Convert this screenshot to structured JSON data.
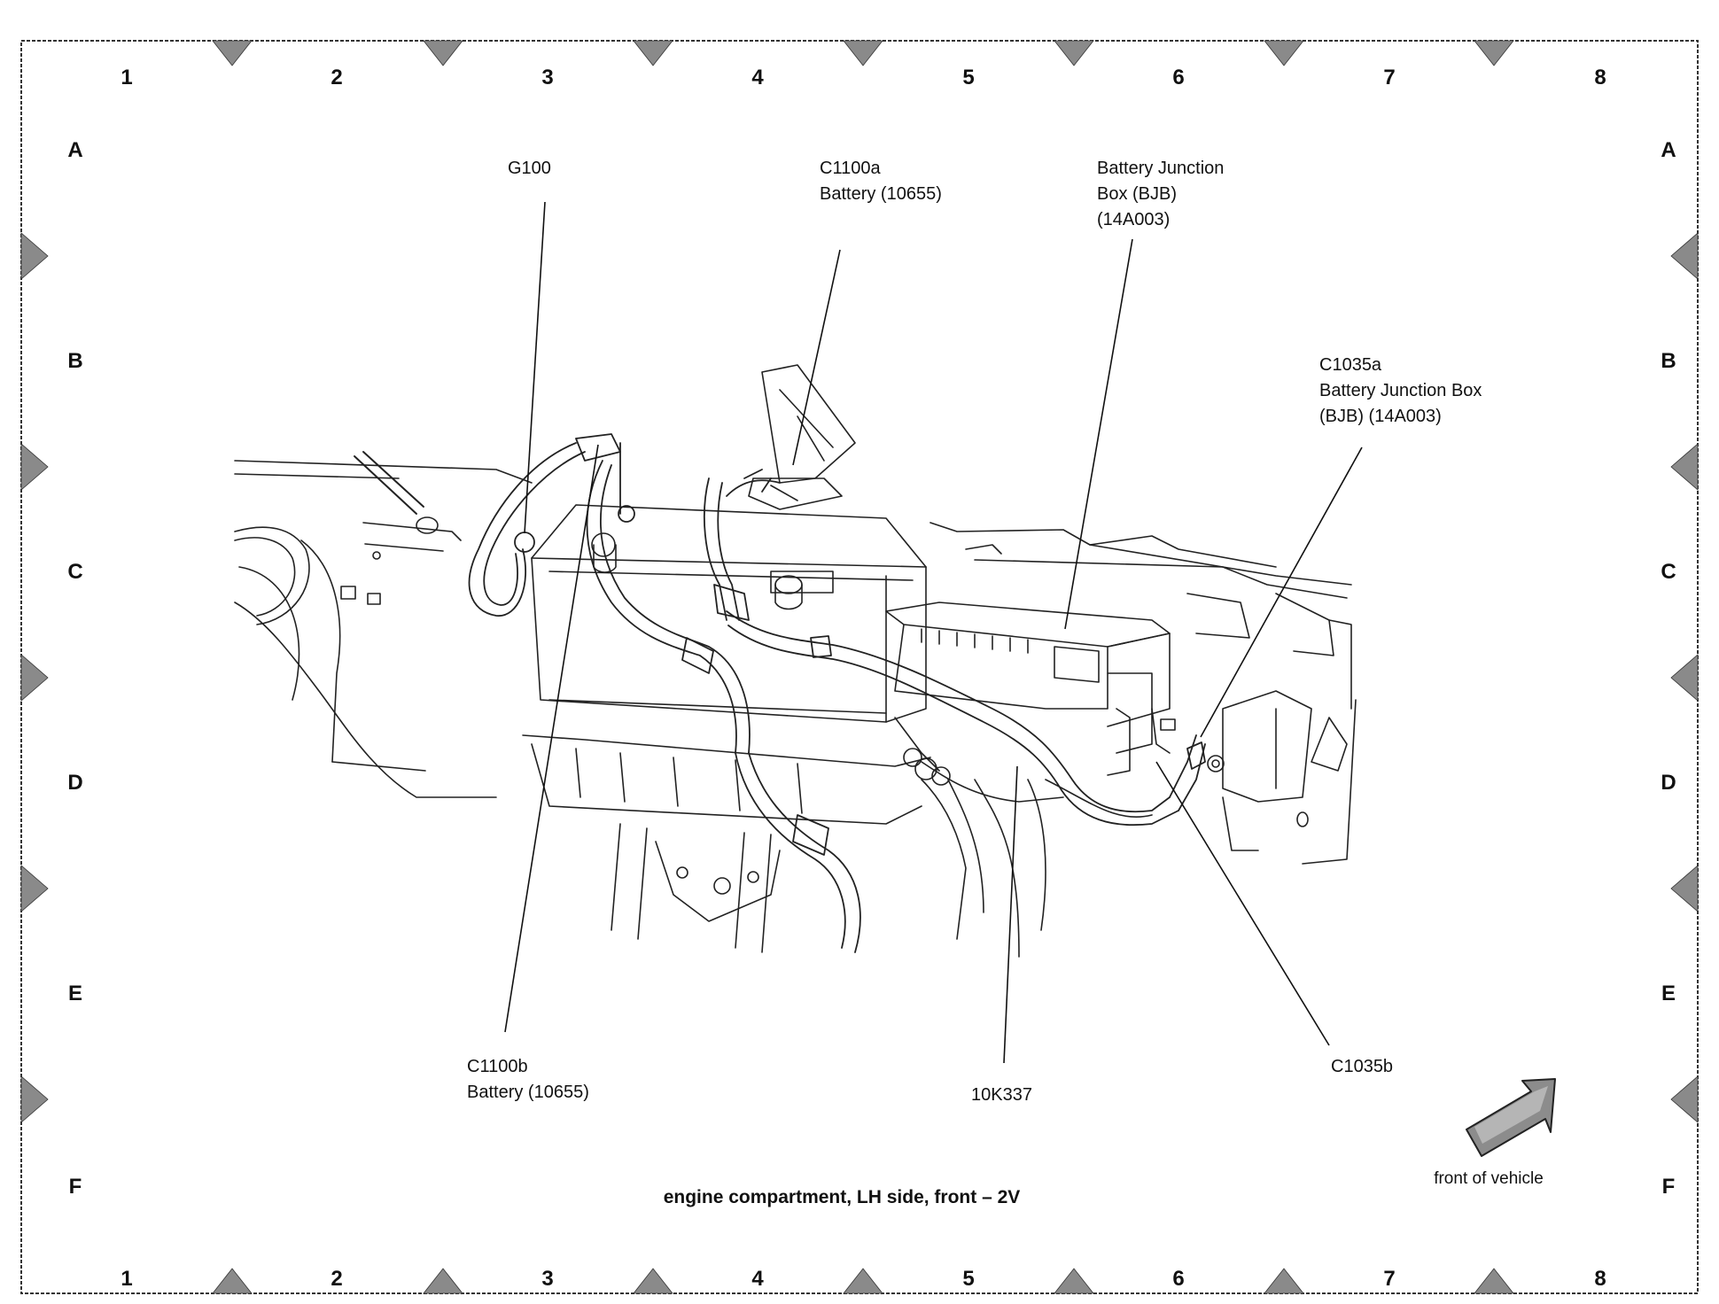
{
  "grid": {
    "columns": [
      "1",
      "2",
      "3",
      "4",
      "5",
      "6",
      "7",
      "8"
    ],
    "rows": [
      "A",
      "B",
      "C",
      "D",
      "E",
      "F"
    ]
  },
  "callouts": {
    "g100": [
      "G100"
    ],
    "c1100a": [
      "C1100a",
      "Battery (10655)"
    ],
    "bjb": [
      "Battery Junction",
      "Box (BJB)",
      "(14A003)"
    ],
    "c1035a": [
      "C1035a",
      "Battery Junction Box",
      "(BJB) (14A003)"
    ],
    "c1100b": [
      "C1100b",
      "Battery (10655)"
    ],
    "k10337": [
      "10K337"
    ],
    "c1035b": [
      "C1035b"
    ]
  },
  "caption": "engine compartment, LH side, front – 2V",
  "orientation_label": "front of vehicle",
  "colors": {
    "ink": "#111111",
    "marker": "#8a8a8a",
    "paper": "#ffffff"
  }
}
